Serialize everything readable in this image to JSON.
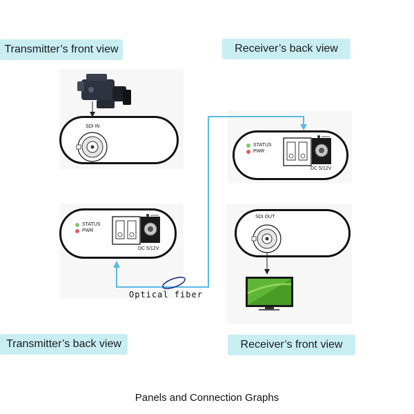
{
  "labels": {
    "tx_front": "Transmitter’s front view",
    "rx_back": "Receiver’s back view",
    "tx_back": "Transmitter’s back view",
    "rx_front": "Receiver’s front view"
  },
  "panels": {
    "sdi_in": "SDI IN",
    "sdi_out": "SDI OUT",
    "status": "STATUS",
    "pwr": "PWR",
    "dc": "DC 5/12V"
  },
  "fiber_label": "Optical fiber",
  "caption": "Panels and Connection Graphs",
  "colors": {
    "label_bg": "#c9eef2",
    "fiber": "#5bb8e6",
    "status_led": "#7cc96b",
    "pwr_led": "#e06060"
  },
  "icons": [
    "video-camera-icon",
    "monitor-icon",
    "bnc-connector-icon",
    "fiber-port-icon",
    "power-jack-icon",
    "fiber-loop-icon"
  ]
}
